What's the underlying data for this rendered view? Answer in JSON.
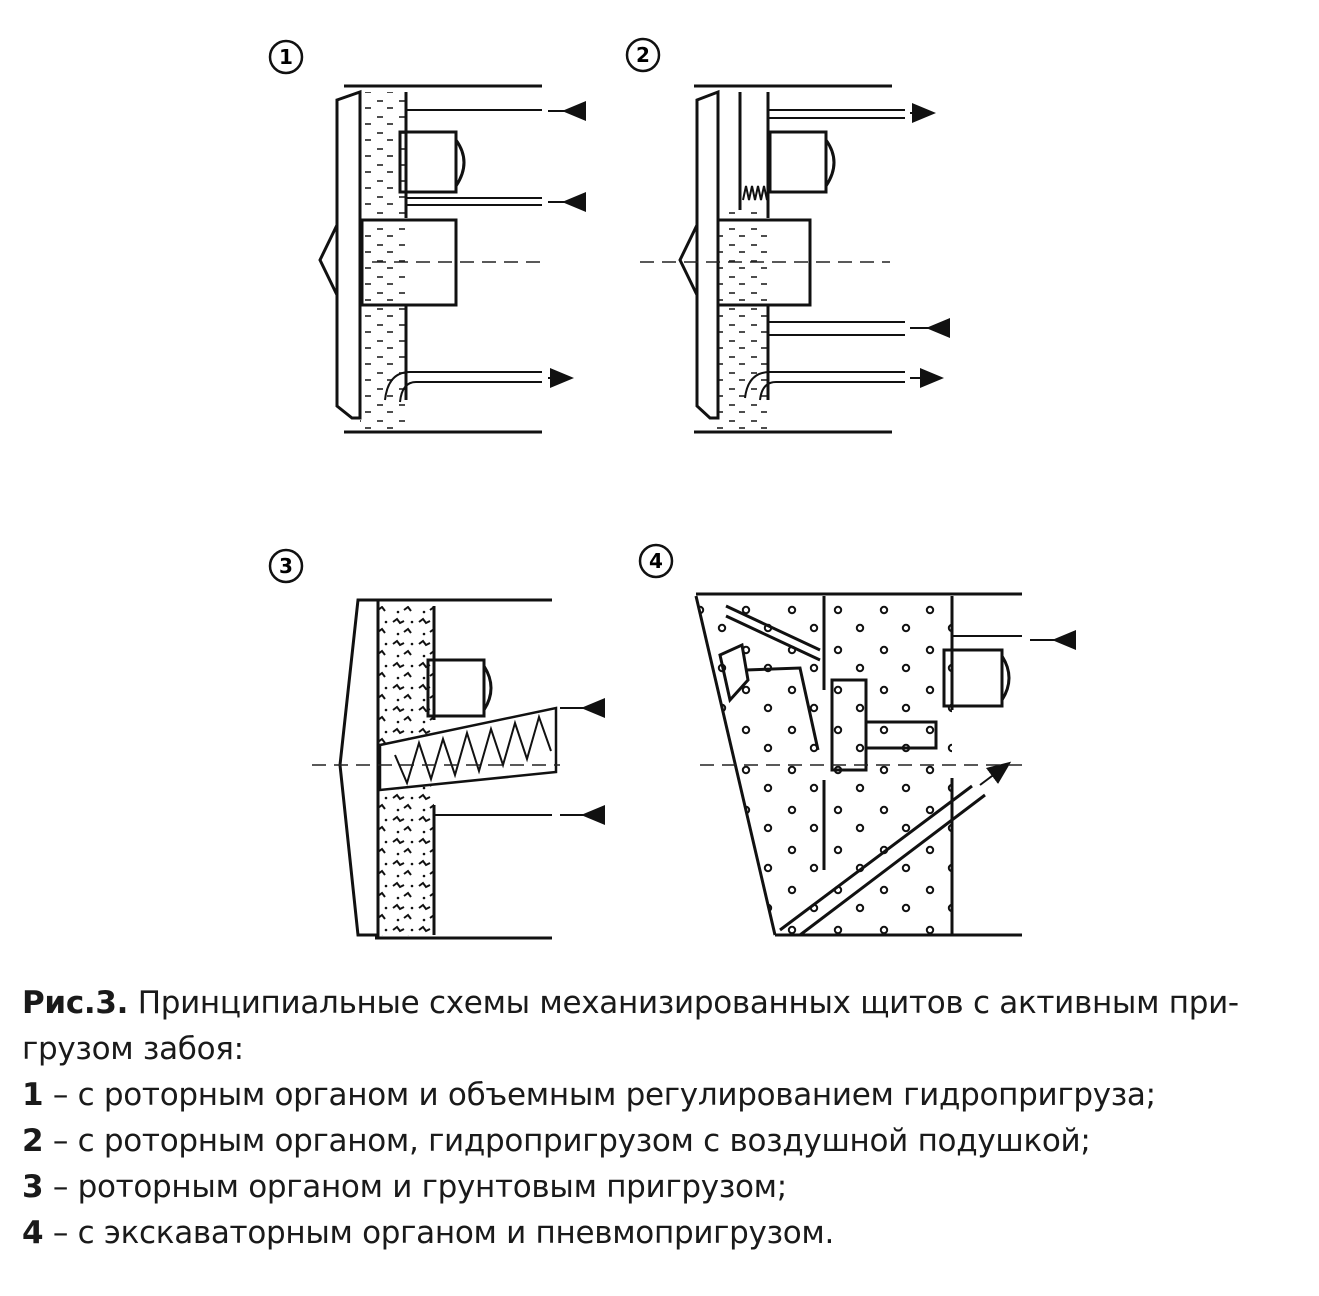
{
  "panels": [
    {
      "label": "1"
    },
    {
      "label": "2"
    },
    {
      "label": "3"
    },
    {
      "label": "4"
    }
  ],
  "caption": {
    "prefix": "Рис.3.",
    "title_line1": " Принципиальные схемы механизированных щитов с активным при-",
    "title_line2": "грузом забоя:",
    "items": [
      {
        "num": "1",
        "text": " – с роторным органом и объемным регулированием гидропригруза;"
      },
      {
        "num": "2",
        "text": " – с роторным органом, гидропригрузом с воздушной подушкой;"
      },
      {
        "num": "3",
        "text": " – роторным органом и грунтовым пригрузом;"
      },
      {
        "num": "4",
        "text": " – с экскаваторным органом и пневмопригрузом."
      }
    ]
  }
}
